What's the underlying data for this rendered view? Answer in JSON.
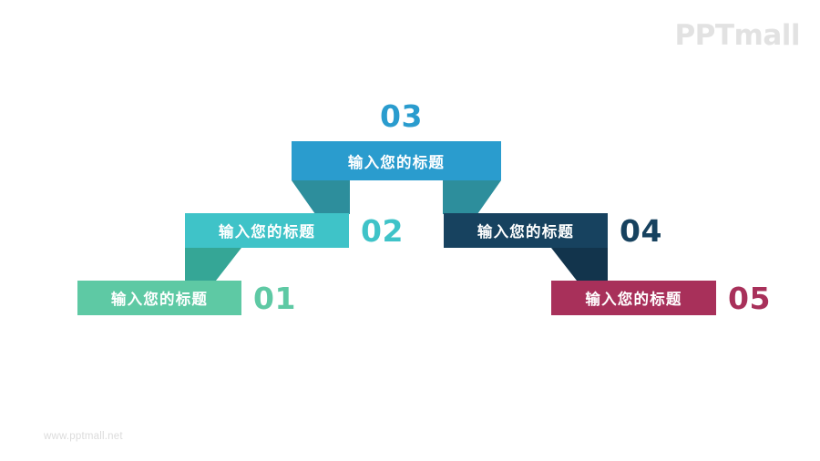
{
  "brand": {
    "logo_text": "PPTmall",
    "logo_color": "#e2e2e2",
    "footer_url": "www.pptmall.net",
    "footer_color": "#dcdcdc"
  },
  "slide": {
    "background": "#ffffff",
    "layout": "five-step-ascending-ribbon-pyramid"
  },
  "steps": [
    {
      "number": "01",
      "label": "输入您的标题",
      "color": "#5ec9a4",
      "tail_color": "#3fae8c",
      "number_color": "#5ec9a4",
      "level": 1
    },
    {
      "number": "02",
      "label": "输入您的标题",
      "color": "#3fc3c8",
      "tail_color": "#35a696",
      "number_color": "#3fc3c8",
      "level": 2
    },
    {
      "number": "03",
      "label": "输入您的标题",
      "color": "#2a9cce",
      "tail_color": "#2d8e9c",
      "number_color": "#2a9cce",
      "level": 3
    },
    {
      "number": "04",
      "label": "输入您的标题",
      "color": "#17425f",
      "tail_color": "#12344c",
      "number_color": "#17425f",
      "level": 2
    },
    {
      "number": "05",
      "label": "输入您的标题",
      "color": "#a8305a",
      "tail_color": "#8d2549",
      "number_color": "#a8305a",
      "level": 1
    }
  ]
}
